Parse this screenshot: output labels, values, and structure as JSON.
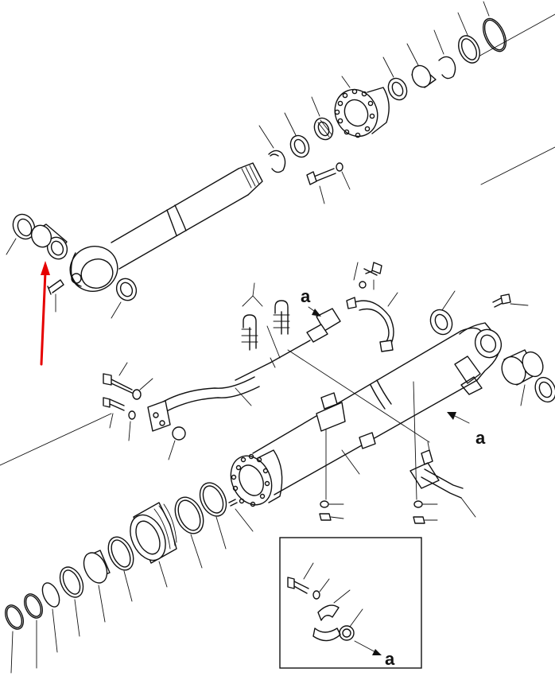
{
  "diagram": {
    "callout_labels": [
      "a",
      "a",
      "a"
    ],
    "arrow_color": "#e60000",
    "line_color": "#111111",
    "background": "#ffffff"
  }
}
